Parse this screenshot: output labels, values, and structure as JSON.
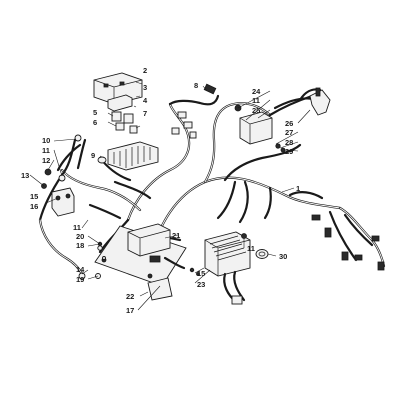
{
  "callouts": [
    {
      "id": "c1",
      "label": "1"
    },
    {
      "id": "c2",
      "label": "2"
    },
    {
      "id": "c3",
      "label": "3"
    },
    {
      "id": "c4",
      "label": "4"
    },
    {
      "id": "c5",
      "label": "5"
    },
    {
      "id": "c6",
      "label": "6"
    },
    {
      "id": "c7",
      "label": "7"
    },
    {
      "id": "c8",
      "label": "8"
    },
    {
      "id": "c9",
      "label": "9"
    },
    {
      "id": "c10",
      "label": "10"
    },
    {
      "id": "c11a",
      "label": "11"
    },
    {
      "id": "c11b",
      "label": "11"
    },
    {
      "id": "c11c",
      "label": "11"
    },
    {
      "id": "c11d",
      "label": "11"
    },
    {
      "id": "c12",
      "label": "12"
    },
    {
      "id": "c13",
      "label": "13"
    },
    {
      "id": "c14",
      "label": "14"
    },
    {
      "id": "c15a",
      "label": "15"
    },
    {
      "id": "c15b",
      "label": "15"
    },
    {
      "id": "c16",
      "label": "16"
    },
    {
      "id": "c17",
      "label": "17"
    },
    {
      "id": "c18",
      "label": "18"
    },
    {
      "id": "c19",
      "label": "19"
    },
    {
      "id": "c20",
      "label": "20"
    },
    {
      "id": "c21",
      "label": "21"
    },
    {
      "id": "c22",
      "label": "22"
    },
    {
      "id": "c23",
      "label": "23"
    },
    {
      "id": "c24",
      "label": "24"
    },
    {
      "id": "c25",
      "label": "25"
    },
    {
      "id": "c26",
      "label": "26"
    },
    {
      "id": "c27",
      "label": "27"
    },
    {
      "id": "c28",
      "label": "28"
    },
    {
      "id": "c29",
      "label": "29"
    },
    {
      "id": "c30",
      "label": "30"
    }
  ]
}
